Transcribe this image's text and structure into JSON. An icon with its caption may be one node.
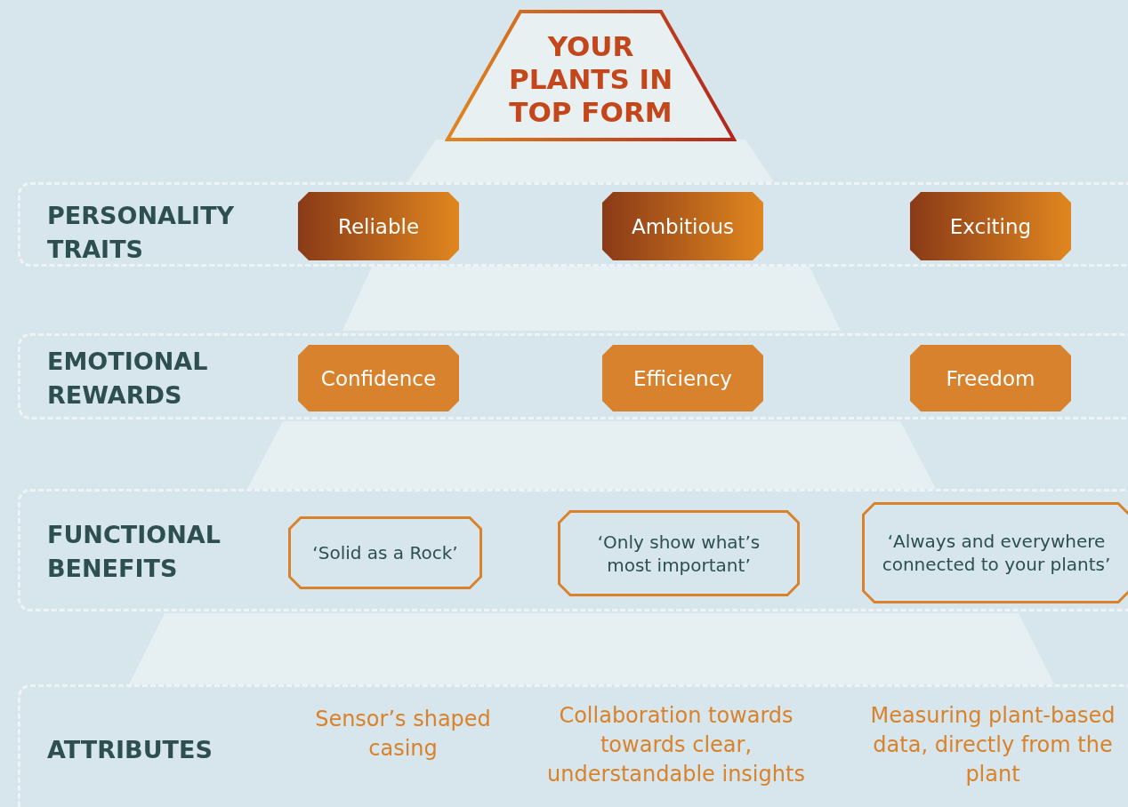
{
  "diagram": {
    "nodes": [
      {
        "text": [
          "YOUR PLANTS IN TOP FORM"
        ]
      },
      {
        "text": [
          "PERSONALITY TRAITS"
        ]
      },
      {
        "text": [
          "Reliable"
        ],
        "in": 1
      },
      {
        "text": [
          "Ambitious"
        ],
        "in": 1
      },
      {
        "text": [
          "Exciting"
        ],
        "in": 1
      },
      {
        "text": [
          "EMOTIONAL REWARDS"
        ]
      },
      {
        "text": [
          "Confidence"
        ],
        "in": 5
      },
      {
        "text": [
          "Efficiency"
        ],
        "in": 5
      },
      {
        "text": [
          "Freedom"
        ],
        "in": 5
      },
      {
        "text": [
          "FUNCTIONAL BENEFITS"
        ]
      },
      {
        "text": [
          "‘Solid as a Rock’"
        ],
        "in": 9
      },
      {
        "text": [
          "‘Only show what’s most important’"
        ],
        "in": 9
      },
      {
        "text": [
          "‘Always and everywhere connected to your plants’"
        ],
        "in": 9
      },
      {
        "text": [
          "ATTRIBUTES",
          "Sensor’s shaped casing",
          "Collaboration towards towards clear, understandable insights",
          "Measuring plant-based data, directly from the plant"
        ]
      }
    ],
    "edges": []
  }
}
